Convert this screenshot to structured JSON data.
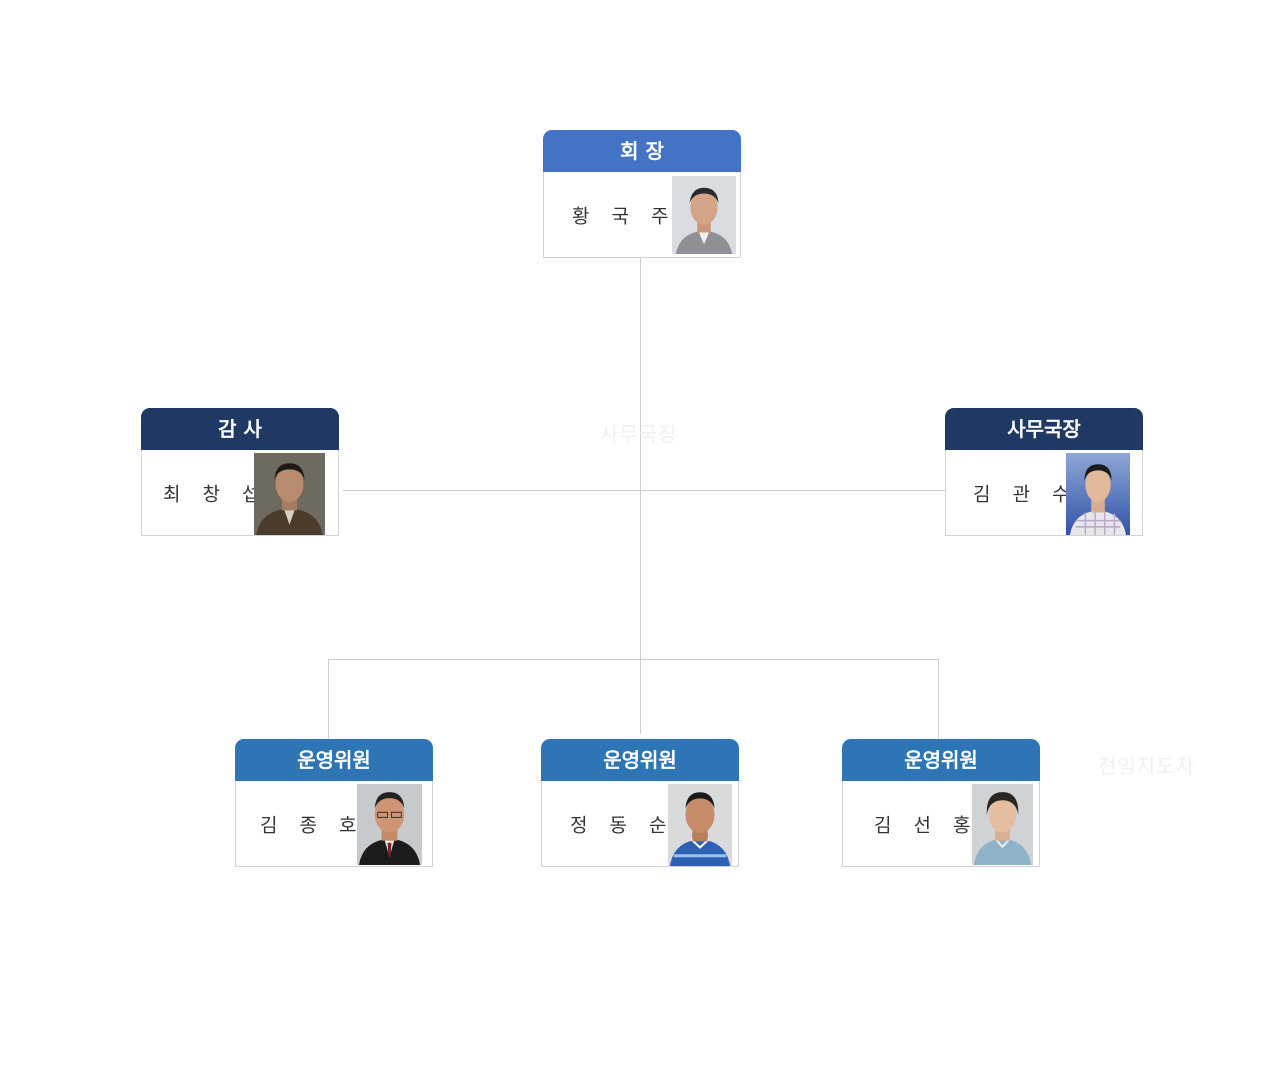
{
  "chairman": {
    "title": "회 장",
    "name": "황 국 주",
    "header_color": "#4472c4",
    "photo_icon": "portrait-photo"
  },
  "auditor": {
    "title": "감 사",
    "name": "최 창 섭",
    "header_color": "#1f3864",
    "photo_icon": "portrait-photo"
  },
  "secretary_general": {
    "title": "사무국장",
    "name": "김 관 수",
    "header_color": "#1f3864",
    "photo_icon": "portrait-photo"
  },
  "committee": [
    {
      "title": "운영위원",
      "name": "김 종 호",
      "header_color": "#2e75b6",
      "photo_icon": "portrait-photo"
    },
    {
      "title": "운영위원",
      "name": "정 동 순",
      "header_color": "#2e75b6",
      "photo_icon": "portrait-photo"
    },
    {
      "title": "운영위원",
      "name": "김 선 홍",
      "header_color": "#2e75b6",
      "photo_icon": "portrait-photo"
    }
  ],
  "watermarks": [
    "사무국장",
    "전임지도자"
  ]
}
